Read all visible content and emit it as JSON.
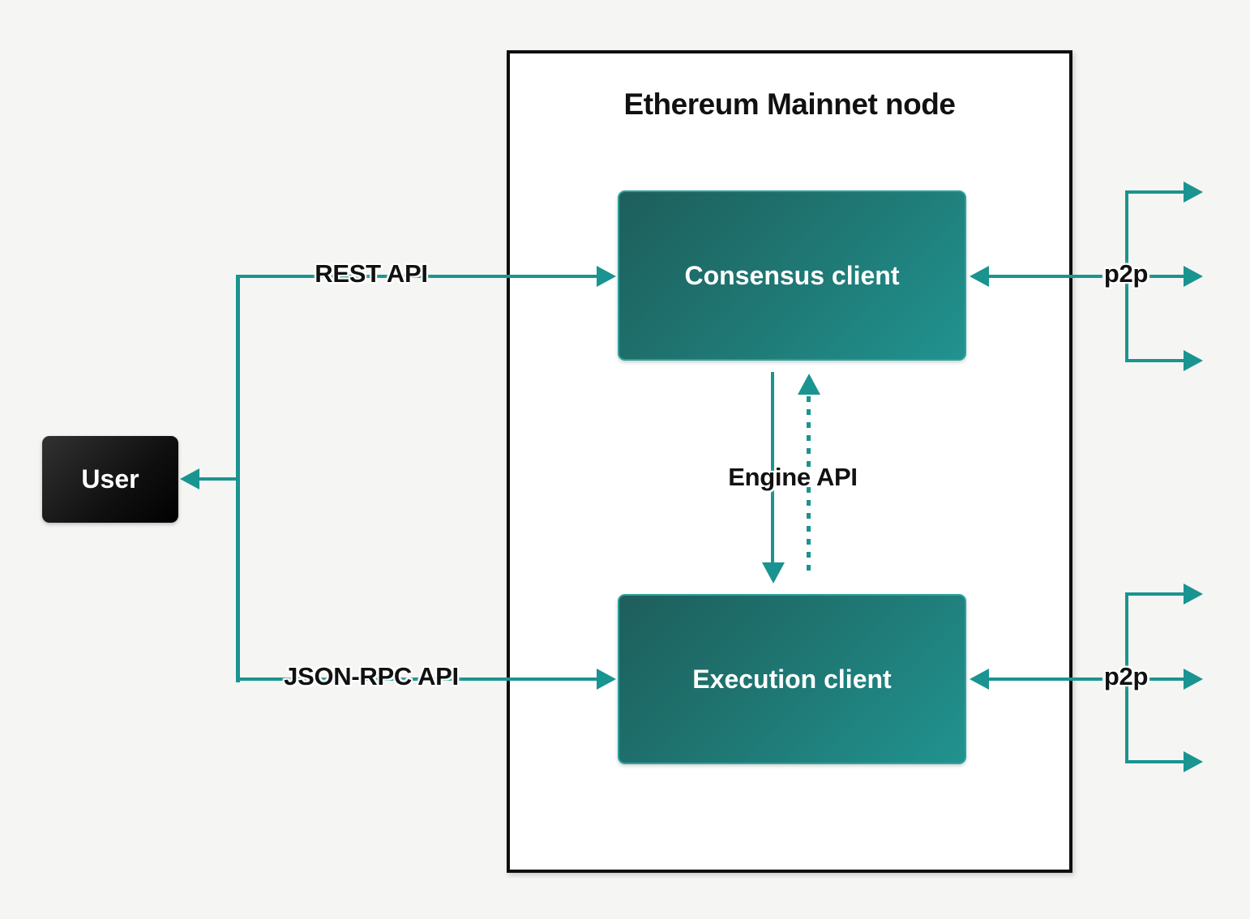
{
  "colors": {
    "accent_teal": "#1a9490",
    "teal_box_gradient_start": "#1e5e5b",
    "teal_box_gradient_end": "#219390",
    "background": "#f5f5f3",
    "container_border": "#0e0e0e",
    "user_box_black": "#101010",
    "node_text": "#ffffff",
    "label_text": "#111111"
  },
  "diagram": {
    "title": "Ethereum Mainnet node",
    "nodes": {
      "user": {
        "label": "User"
      },
      "consensus_client": {
        "label": "Consensus client"
      },
      "execution_client": {
        "label": "Execution client"
      }
    },
    "edges": {
      "rest_api": {
        "label": "REST API",
        "from": "User",
        "to": "Consensus client",
        "style": "solid-arrow"
      },
      "json_rpc_api": {
        "label": "JSON-RPC API",
        "from": "User",
        "to": "Execution client",
        "style": "solid-arrow"
      },
      "engine_api": {
        "label": "Engine API",
        "between": [
          "Consensus client",
          "Execution client"
        ],
        "style": "solid-down-dotted-up"
      },
      "p2p_consensus": {
        "label": "p2p",
        "to": "Consensus client",
        "style": "fan-out-three-arrows"
      },
      "p2p_execution": {
        "label": "p2p",
        "to": "Execution client",
        "style": "fan-out-three-arrows"
      }
    }
  }
}
